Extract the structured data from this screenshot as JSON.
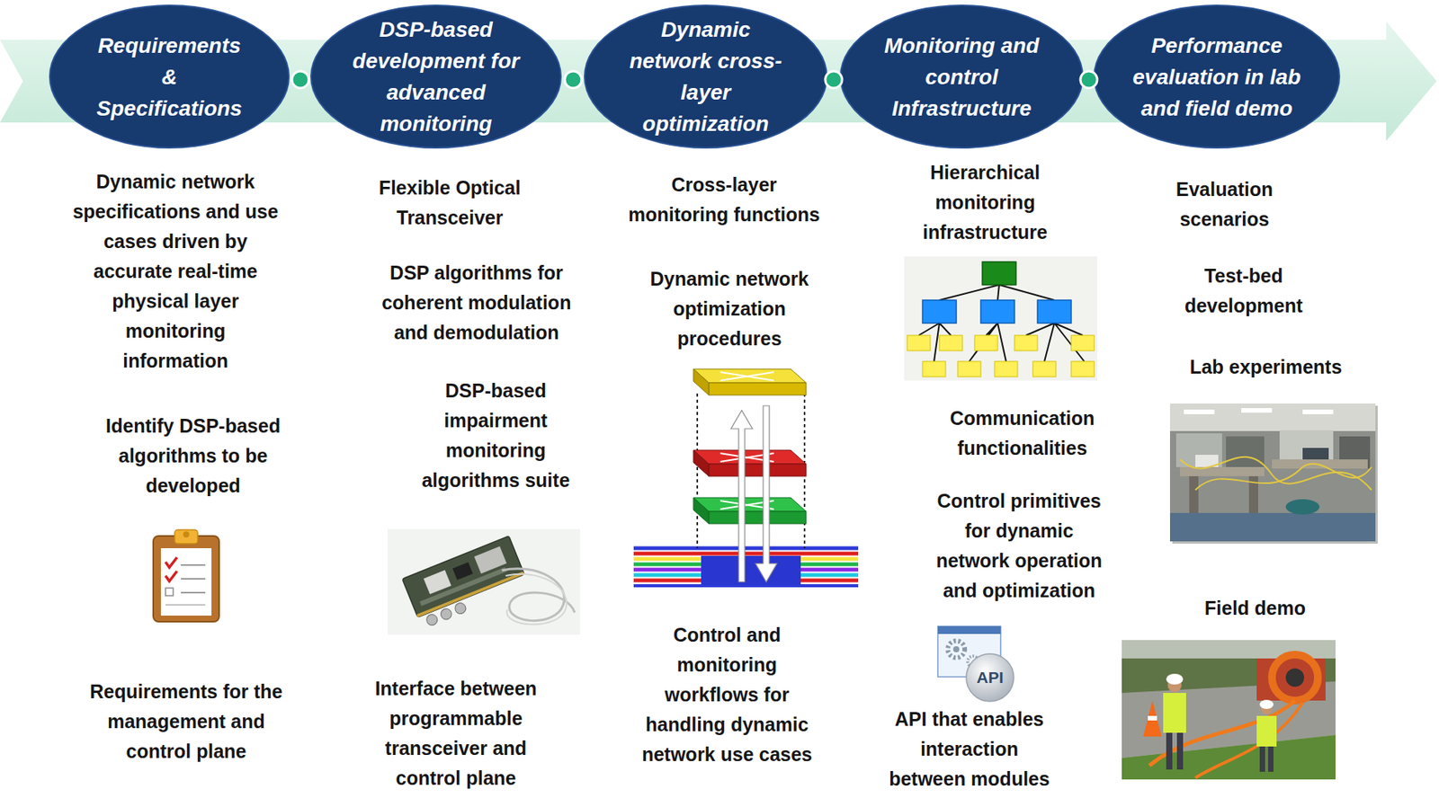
{
  "diagram": {
    "nodes": [
      {
        "text": [
          "Requirements & Specifications"
        ]
      },
      {
        "text": [
          "Dynamic network specifications and use cases driven by accurate real-time physical layer monitoring information",
          "Identify DSP-based algorithms to be developed",
          "Requirements for the management and control plane"
        ]
      },
      {
        "text": [
          "DSP-based development for advanced monitoring"
        ]
      },
      {
        "text": [
          "Flexible Optical Transceiver",
          "DSP algorithms for coherent modulation and demodulation",
          "DSP-based impairment monitoring algorithms suite",
          "Interface between programmable transceiver and control plane"
        ]
      },
      {
        "text": [
          "Dynamic network cross-layer optimization"
        ]
      },
      {
        "text": [
          "Cross-layer monitoring functions",
          "Dynamic network optimization procedures",
          "Control and monitoring workflows for handling dynamic network use cases"
        ]
      },
      {
        "text": [
          "Monitoring and control Infrastructure"
        ]
      },
      {
        "text": [
          "Hierarchical monitoring infrastructure",
          "Communication functionalities",
          "Control primitives for dynamic network operation and optimization",
          "API that enables interaction between modules"
        ]
      },
      {
        "text": [
          "Performance evaluation in lab and field demo"
        ]
      },
      {
        "text": [
          "Evaluation scenarios",
          "Test-bed development",
          "Lab experiments",
          "Field demo"
        ]
      }
    ],
    "labels": [
      "API"
    ]
  }
}
